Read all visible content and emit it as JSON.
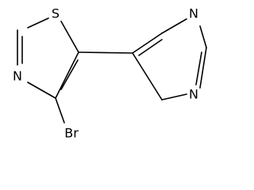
{
  "molecule": {
    "atoms": {
      "s1": "S",
      "n_thiazole": "N",
      "br": "Br",
      "n_pyr_top": "N",
      "n_pyr_bottom": "N"
    },
    "colors": {
      "bond": "#000000",
      "label": "#000000",
      "background": "#ffffff"
    }
  }
}
